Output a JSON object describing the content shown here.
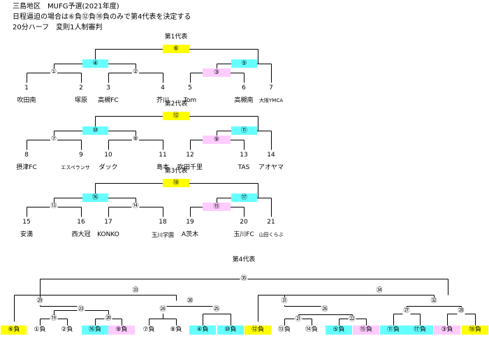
{
  "header": {
    "line1": "三島地区　MUFG予選(2021年度)",
    "line2": "日程逼迫の場合は⑥負⑫負⑱負のみで第4代表を決定する",
    "line3": "20分ハーフ　変則1人制審判"
  },
  "colors": {
    "yellow": "#ffff00",
    "cyan": "#66ffff",
    "pink": "#ffccff"
  },
  "brackets": [
    {
      "title": "第1代表",
      "final": "⑥",
      "left_top": "④",
      "left_inner": "①",
      "left_outer": "②",
      "right_top": "⑤",
      "right_inner": "③",
      "nums": [
        "1",
        "2",
        "3",
        "4",
        "5",
        "6",
        "7"
      ],
      "teams": [
        "吹田南",
        "塚原",
        "高槻FC",
        "芥川",
        "Tom",
        "高槻南",
        "大阪YMCA"
      ]
    },
    {
      "title": "第2代表",
      "final": "⑫",
      "left_top": "⑩",
      "left_inner": "⑦",
      "left_outer": "⑧",
      "right_top": "⑪",
      "right_inner": "⑨",
      "nums": [
        "8",
        "9",
        "10",
        "11",
        "12",
        "13",
        "14"
      ],
      "teams": [
        "摂津FC",
        "エスペランサ",
        "ダック",
        "島本",
        "吹田千里",
        "TAS",
        "アオヤマ"
      ]
    },
    {
      "title": "第3代表",
      "final": "⑱",
      "left_top": "⑯",
      "left_inner": "⑬",
      "left_outer": "⑭",
      "right_top": "⑰",
      "right_inner": "⑮",
      "nums": [
        "15",
        "16",
        "17",
        "18",
        "19",
        "20",
        "21"
      ],
      "teams": [
        "安満",
        "西大冠",
        "KONKO",
        "玉川学園",
        "A茨木",
        "玉川FC",
        "山田くらぶ"
      ]
    }
  ],
  "fourth": {
    "title": "第4代表",
    "top": "㉟",
    "left_top": "㉝",
    "right_top": "㉞",
    "matches": [
      "㉙",
      "㉓",
      "⑲",
      "⑳",
      "㉔",
      "㉚",
      "㉕",
      "㉛",
      "㉖",
      "㉑",
      "㉒",
      "㉗",
      "㉜",
      "㉘"
    ],
    "entries": [
      "⑥負",
      "①負",
      "②負",
      "⑯負",
      "⑨負",
      "⑦負",
      "⑧負",
      "④負",
      "⑩負",
      "⑫負",
      "⑬負",
      "⑭負",
      "⑤負",
      "⑮負",
      "⑪負",
      "⑰負",
      "③負",
      "⑱負"
    ]
  }
}
